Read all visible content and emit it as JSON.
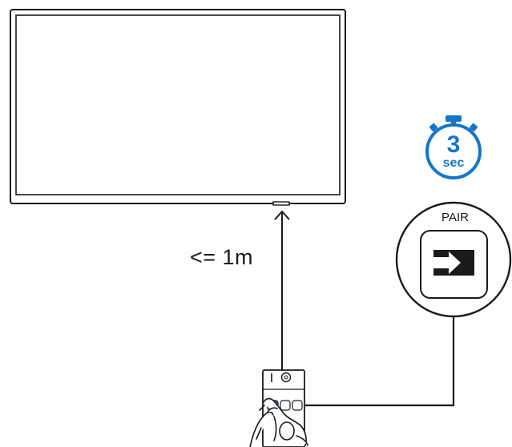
{
  "diagram": {
    "distance_label": "<= 1m",
    "timer": {
      "value": "3",
      "unit": "sec"
    },
    "pair_callout": {
      "label": "PAIR"
    }
  },
  "colors": {
    "line": "#1a1a1a",
    "accent_blue": "#1676c6",
    "button_blue": "#2d6fb8"
  },
  "icons": {
    "timer": "stopwatch-icon",
    "pair_button": "enter-arrow-icon",
    "power": "power-icon",
    "hand": "hand-icon"
  }
}
